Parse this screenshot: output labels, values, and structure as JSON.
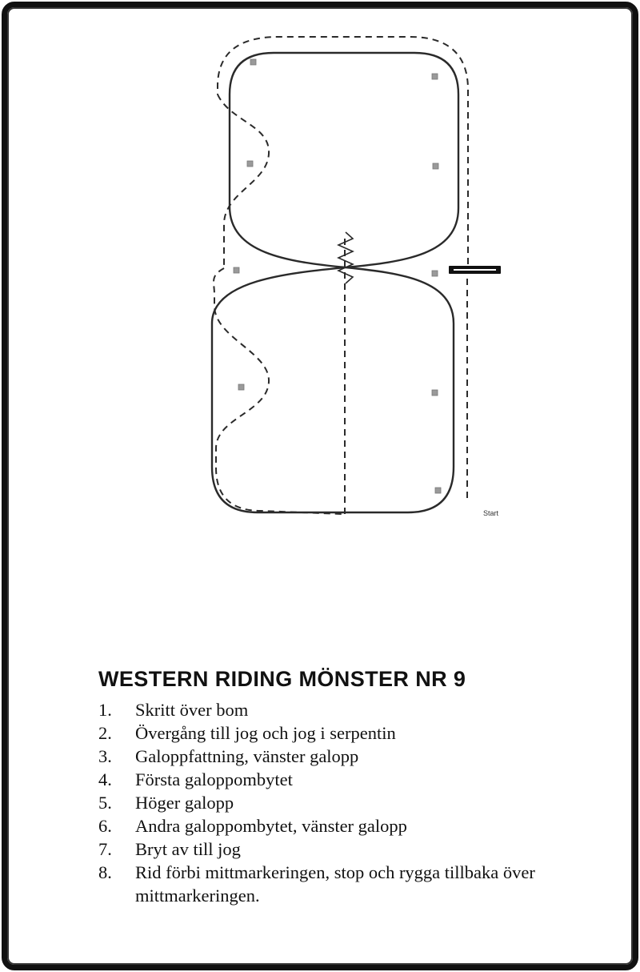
{
  "title": "WESTERN RIDING MÖNSTER NR 9",
  "instructions": [
    {
      "num": "1.",
      "text": "Skritt över bom"
    },
    {
      "num": "2.",
      "text": "Övergång till jog och jog i serpentin"
    },
    {
      "num": "3.",
      "text": "Galoppfattning, vänster galopp"
    },
    {
      "num": "4.",
      "text": "Första galoppombytet"
    },
    {
      "num": "5.",
      "text": "Höger galopp"
    },
    {
      "num": "6.",
      "text": "Andra galoppombytet, vänster galopp"
    },
    {
      "num": "7.",
      "text": "Bryt av till jog"
    },
    {
      "num": "8.",
      "text": "Rid förbi mittmarkeringen, stop och rygga tillbaka över mittmarkeringen."
    }
  ],
  "diagram": {
    "start_label": "Start",
    "line_color": "#2a2a2a",
    "marker_color": "#9a9a9a"
  }
}
